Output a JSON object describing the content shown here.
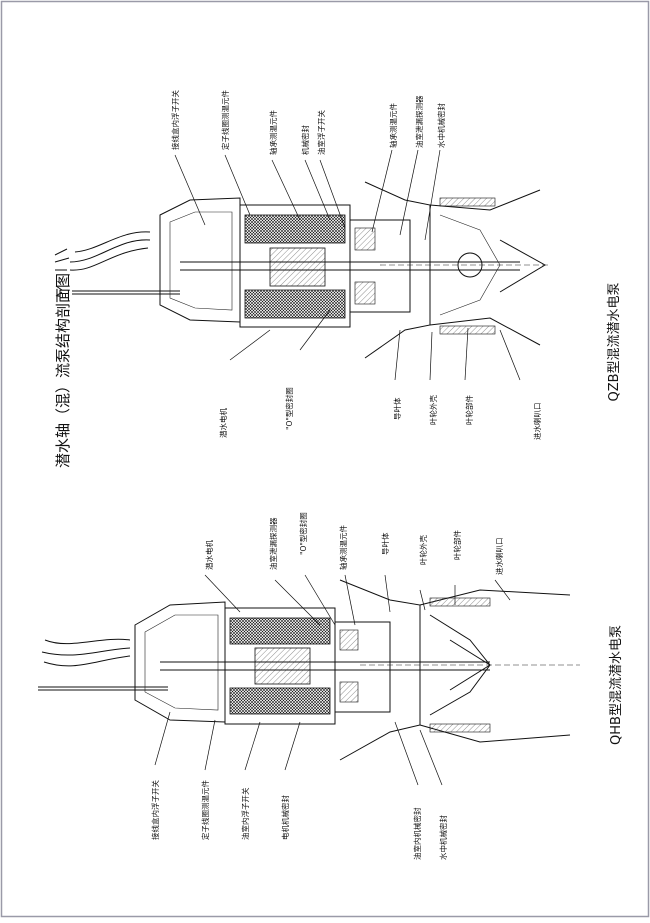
{
  "sheet_title": "潜水轴（混）流泵结构剖面图",
  "top_pump": {
    "caption": "QZB型混流潜水电泵",
    "labels": [
      "接线盒内浮子开关",
      "定子线圈测温元件",
      "轴承测温元件",
      "机械密封",
      "油室浮子开关",
      "轴承测温元件",
      "油室泄漏探测器",
      "水中机械密封",
      "潜水电机",
      "\"O\"型密封圈",
      "导叶体",
      "叶轮外壳",
      "叶轮部件",
      "进水喇叭口"
    ]
  },
  "bottom_pump": {
    "caption": "QHB型混流潜水电泵",
    "labels": [
      "潜水电机",
      "油室泄漏探测器",
      "\"O\"型密封圈",
      "轴承测温元件",
      "导叶体",
      "叶轮外壳",
      "叶轮部件",
      "进水喇叭口",
      "接线盒内浮子开关",
      "定子线圈测温元件",
      "油室内浮子开关",
      "电机机械密封",
      "油室内机械密封",
      "水中机械密封"
    ]
  }
}
